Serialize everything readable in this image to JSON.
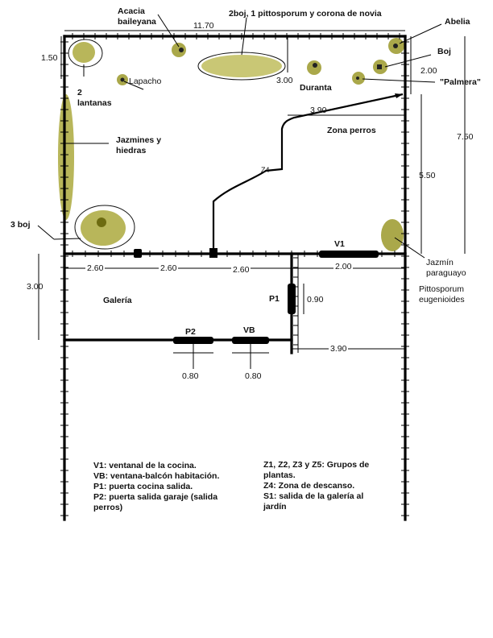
{
  "plants": {
    "acacia": "Acacia baileyana",
    "acacia_line1": "Acacia",
    "acacia_line2": "baileyana",
    "pittosporum_group": "2boj, 1 pittosporum y corona de novia",
    "abelia": "Abelia",
    "boj": "Boj",
    "palmera": "\"Palmera\"",
    "lantanas_line1": "2",
    "lantanas_line2": "lantanas",
    "lapacho": "Lapacho",
    "duranta": "Duranta",
    "jazmines_line1": "Jazmines y",
    "jazmines_line2": "hiedras",
    "boj3": "3 boj",
    "jazmin_paraguayo_line1": "Jazmín",
    "jazmin_paraguayo_line2": "paraguayo",
    "pittosporum_eug_line1": "Pittosporum",
    "pittosporum_eug_line2": "eugenioides"
  },
  "zones": {
    "zona_perros": "Zona perros",
    "galeria": "Galería",
    "z4": "Z4"
  },
  "dimensions": {
    "top_width": "11.70",
    "left_top": "1.50",
    "tree_distance": "3.00",
    "right_top": "2.00",
    "right_total": "7.50",
    "right_mid": "5.50",
    "diag": "3.90",
    "seg1": "2.60",
    "seg2": "2.60",
    "seg3": "2.60",
    "v1_width": "2.00",
    "left_gallery": "3.00",
    "p1_width": "0.90",
    "gallery_right": "3.90",
    "p2_width": "0.80",
    "vb_width": "0.80"
  },
  "openings": {
    "v1": "V1",
    "p1": "P1",
    "p2": "P2",
    "vb": "VB"
  },
  "legend_left": [
    "V1: ventanal de la cocina.",
    "VB: ventana-balcón habitación.",
    "P1: puerta cocina salida.",
    "P2: puerta salida garaje (salida",
    "perros)"
  ],
  "legend_right": [
    "Z1, Z2, Z3 y Z5: Grupos de",
    "plantas.",
    "Z4: Zona de descanso.",
    "S1: salida de la galería al",
    "jardín"
  ],
  "colors": {
    "wall": "#000000",
    "foliage": "#9c9a1e",
    "foliage_dark": "#6d6b10"
  }
}
